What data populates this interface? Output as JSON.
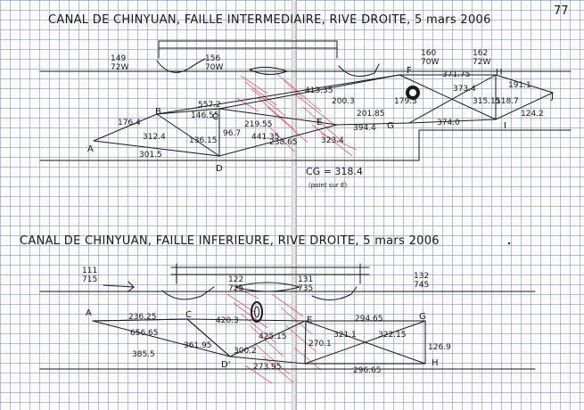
{
  "page_number": "77",
  "sketch_top": {
    "title": "CANAL DE CHINYUAN, FAILLE INTERMEDIAIRE, RIVE DROITE, 5 mars 2006",
    "points": [
      "A",
      "B",
      "C",
      "D",
      "E",
      "F",
      "G",
      "H",
      "I",
      "J"
    ],
    "bearings": [
      {
        "id": "b1",
        "top": "149",
        "bottom": "72W"
      },
      {
        "id": "b2",
        "top": "156",
        "bottom": "70W"
      },
      {
        "id": "b3",
        "top": "160",
        "bottom": "70W"
      },
      {
        "id": "b4",
        "top": "162",
        "bottom": "72W"
      }
    ],
    "distances": [
      "176.4",
      "312.4",
      "301.5",
      "557.2",
      "146.55",
      "136.15",
      "96.7",
      "219.55",
      "441.35",
      "238.65",
      "413.35",
      "200.3",
      "201.85",
      "323.4",
      "371.75",
      "373.4",
      "191.1",
      "315.15",
      "118.7",
      "179.3",
      "394.4",
      "374.0",
      "124.2"
    ],
    "note_value": "CG = 318.4",
    "note_sub": "(point sur E)"
  },
  "sketch_bottom": {
    "title": "CANAL DE CHINYUAN, FAILLE INFERIEURE, RIVE DROITE, 5 mars 2006",
    "points": [
      "A",
      "C",
      "D'",
      "E",
      "G",
      "H"
    ],
    "bearings": [
      {
        "id": "c1",
        "top": "111",
        "bottom": "715"
      },
      {
        "id": "c2",
        "top": "122",
        "bottom": "725"
      },
      {
        "id": "c3",
        "top": "131",
        "bottom": "735"
      },
      {
        "id": "c4",
        "top": "132",
        "bottom": "745"
      }
    ],
    "distances": [
      "236.25",
      "656.65",
      "361.95",
      "385.5",
      "420.3",
      "425.15",
      "300.2",
      "273.95",
      "270.1",
      "294.65",
      "321.1",
      "322.15",
      "296.65",
      "126.9"
    ]
  }
}
